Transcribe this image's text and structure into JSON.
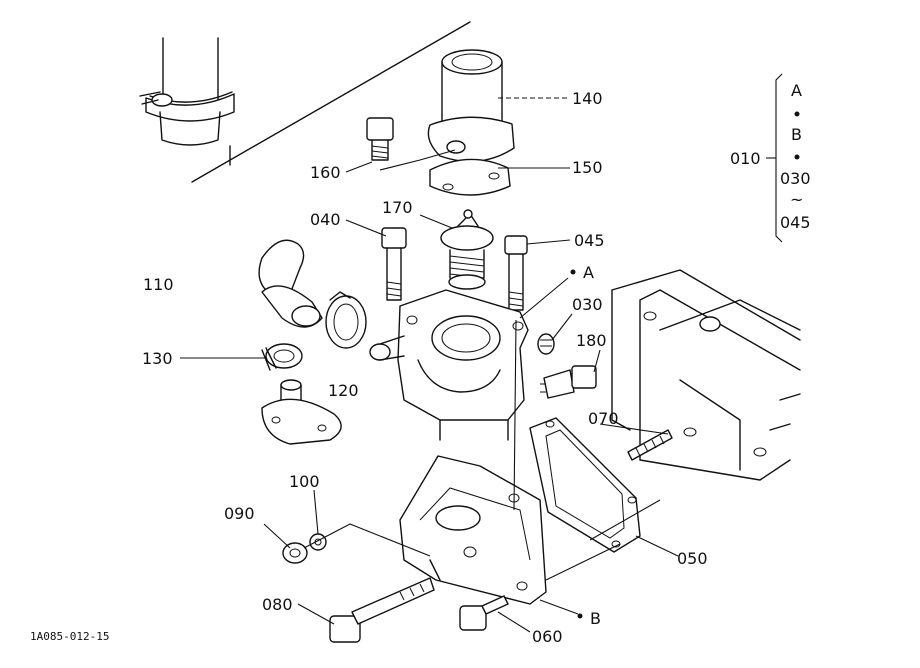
{
  "labels": {
    "p140": "140",
    "p150": "150",
    "p160": "160",
    "p170": "170",
    "p040": "040",
    "p045": "045",
    "pA": "A",
    "p110": "110",
    "p030": "030",
    "p180": "180",
    "p130": "130",
    "p120": "120",
    "p070": "070",
    "p100": "100",
    "p090": "090",
    "p050": "050",
    "p080": "080",
    "pB": "B",
    "p060": "060"
  },
  "legend": {
    "group": "010",
    "item_a": "A",
    "item_b": "B",
    "range_start": "030",
    "range_sep": "~",
    "range_end": "045"
  },
  "figure_code": "1A085-012-15"
}
